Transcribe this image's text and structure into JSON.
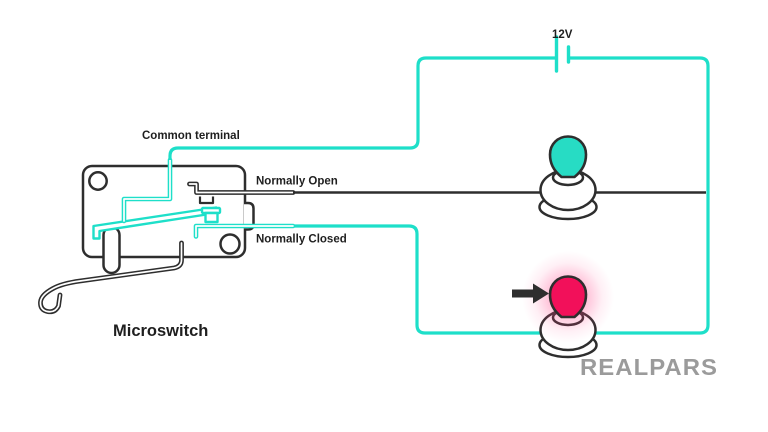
{
  "scene": {
    "battery": {
      "label": "12V"
    },
    "microswitch": {
      "title": "Microswitch",
      "terminals": {
        "common": "Common terminal",
        "normally_open": "Normally Open",
        "normally_closed": "Normally Closed"
      }
    },
    "bulbs": {
      "top_state": "off",
      "bottom_state": "on"
    },
    "logo": "REALPARS",
    "colors": {
      "wire": "#1EDFC9",
      "bulb_off": "#27DCC4",
      "bulb_on": "#F2105A",
      "glow": "#FF3D86",
      "ink": "#2E2E2E",
      "label": "#1F1F1F",
      "logo_gray": "#9B9B9B"
    }
  }
}
